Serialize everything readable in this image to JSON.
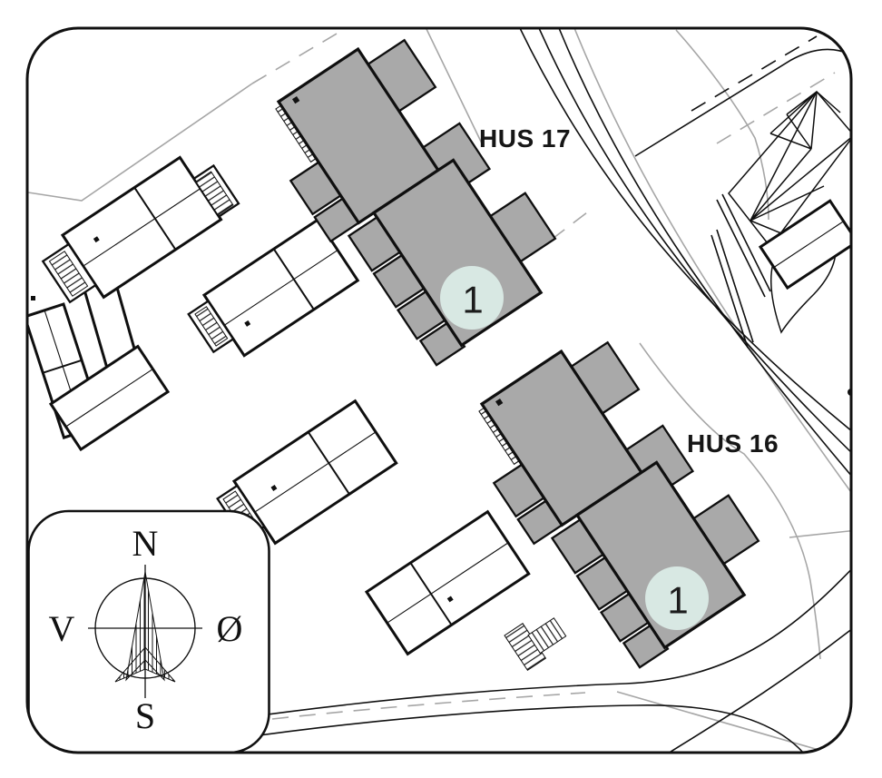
{
  "site_plan": {
    "buildings": [
      {
        "id": "hus-17",
        "label": "HUS 17",
        "marker": "1"
      },
      {
        "id": "hus-16",
        "label": "HUS 16",
        "marker": "1"
      }
    ],
    "compass": {
      "north": "N",
      "west": "V",
      "east": "Ø",
      "south": "S"
    },
    "colors": {
      "building_fill": "#a9a9a9",
      "marker_circle_fill": "#d8e8e3",
      "marker_text": "#1c1c1c",
      "label_text": "#161616",
      "outline": "#0f0f0f",
      "boundary_gray": "#a6a6a6",
      "background": "#ffffff"
    }
  }
}
